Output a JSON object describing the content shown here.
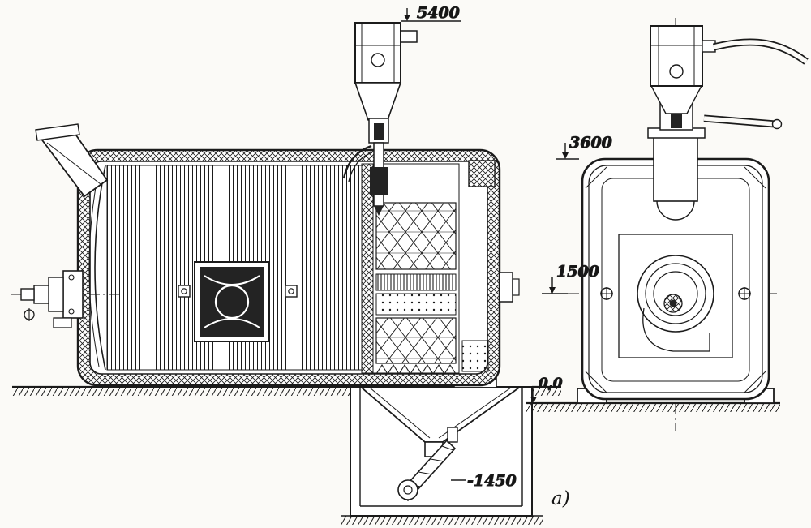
{
  "drawing": {
    "description": "boiler installation, longitudinal section and end view",
    "colors": {
      "ink": "#1b1b1b",
      "paper": "#fbfaf7",
      "dark_fill": "#232323"
    }
  },
  "annotations": {
    "elev_top": "5400",
    "elev_3600": "3600",
    "elev_1500": "1500",
    "elev_zero": "0,0",
    "elev_pit": "-1450",
    "figure_label": "а)"
  }
}
